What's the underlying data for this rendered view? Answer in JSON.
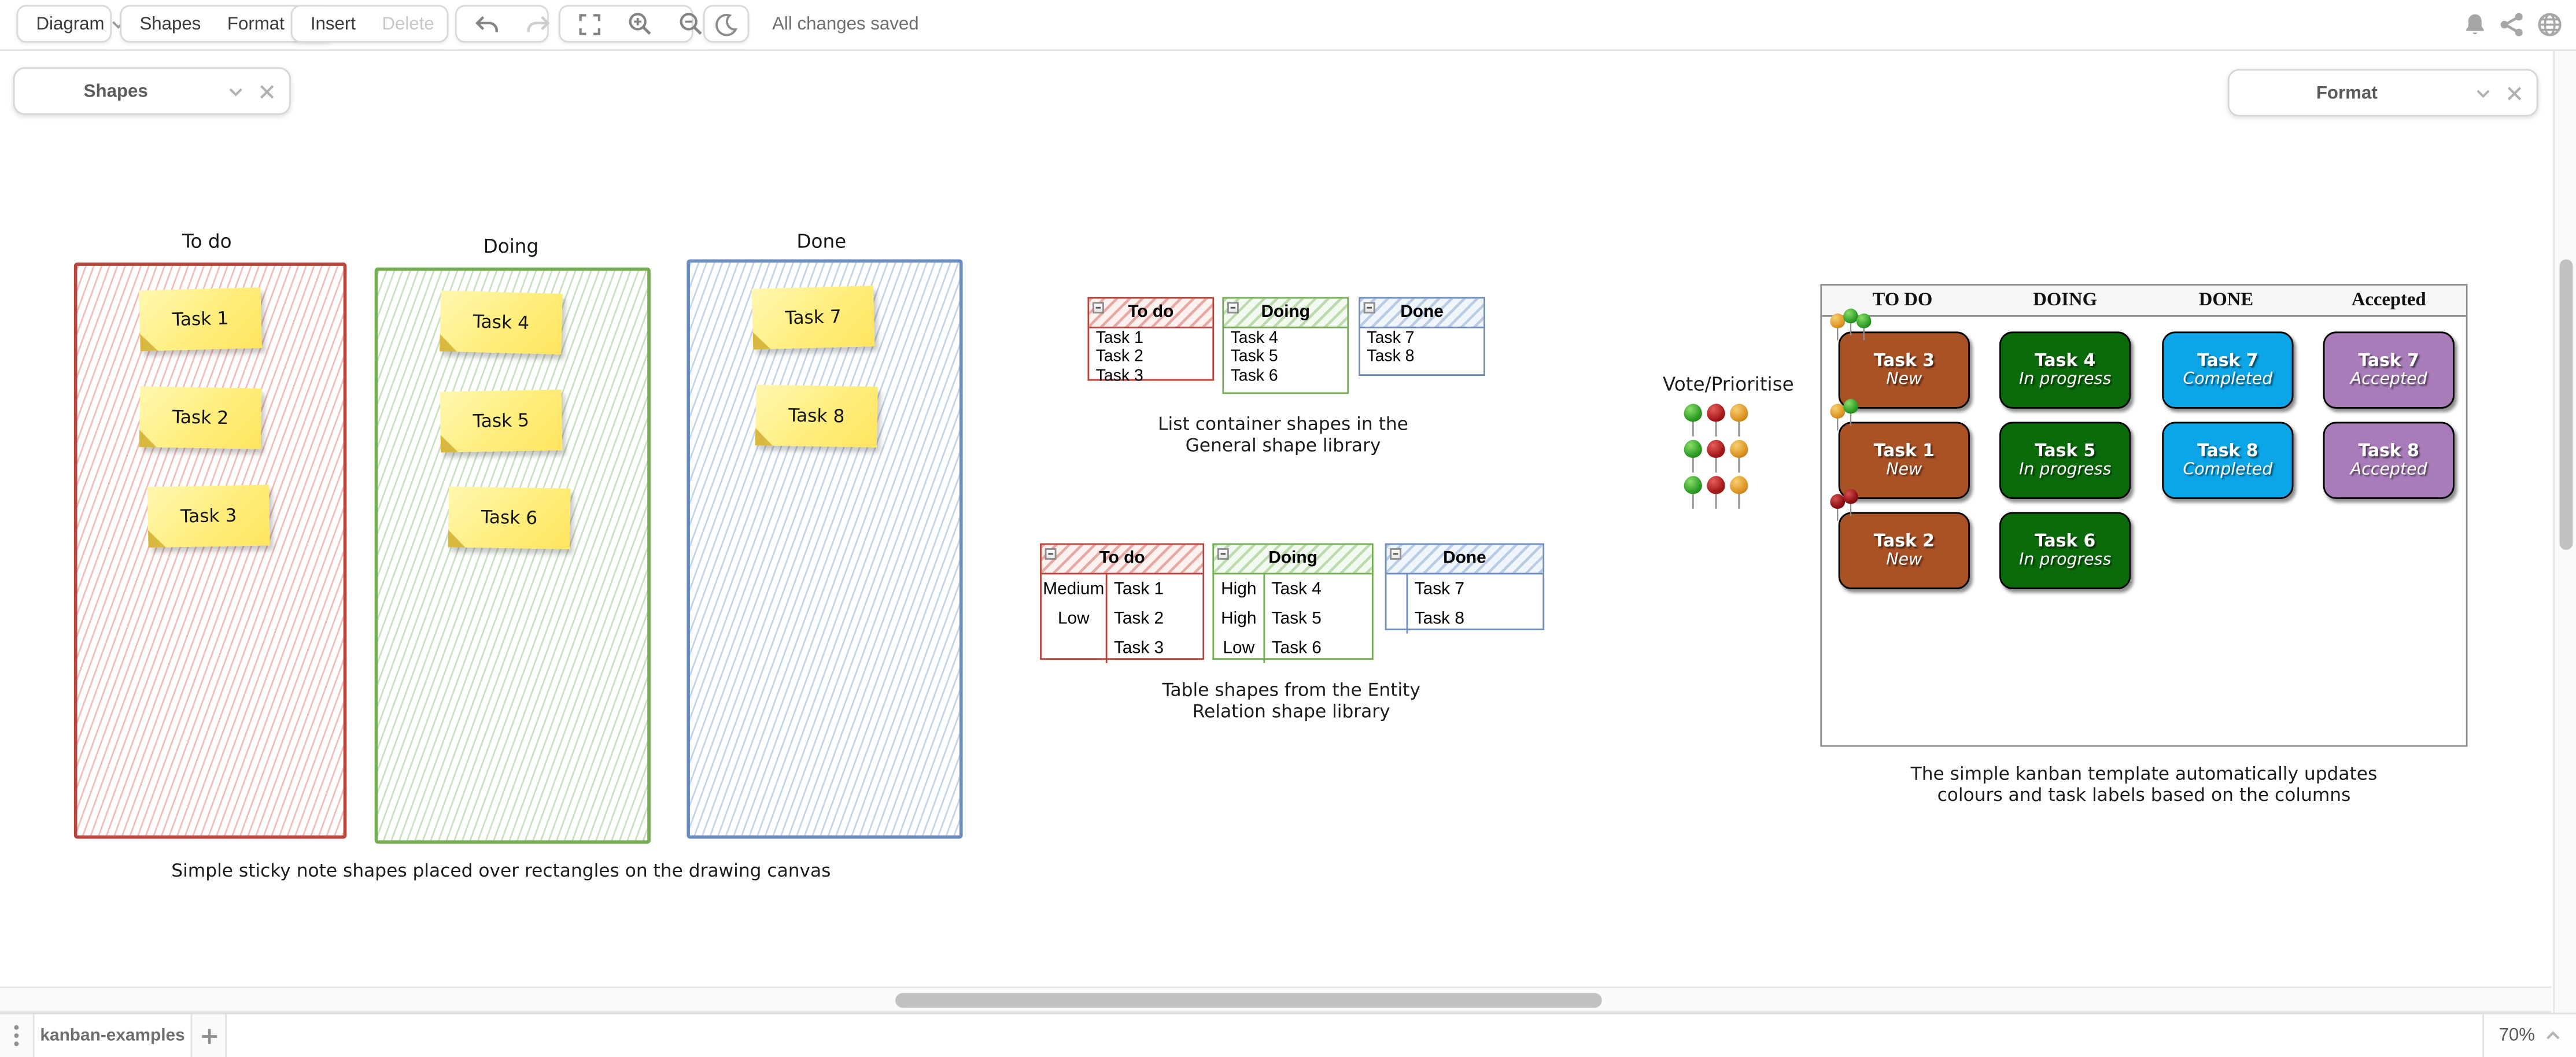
{
  "toolbar": {
    "diagram_menu": "Diagram",
    "shapes_button": "Shapes",
    "format_button": "Format",
    "insert_button": "Insert",
    "delete_button": "Delete",
    "status": "All changes saved",
    "icons": [
      "chevron-down-icon",
      "undo-icon",
      "redo-icon",
      "fullscreen-icon",
      "zoom-in-icon",
      "zoom-out-icon",
      "dark-mode-moon-icon",
      "notifications-bell-icon",
      "share-icon",
      "language-globe-icon"
    ]
  },
  "panels": {
    "shapes": {
      "title": "Shapes"
    },
    "format": {
      "title": "Format"
    }
  },
  "sticky_board": {
    "caption": "Simple sticky note shapes placed over rectangles on the drawing canvas",
    "note_color": "#FFE96B",
    "columns": [
      {
        "title": "To do",
        "accent": "#B8453C",
        "notes": [
          "Task 1",
          "Task 2",
          "Task 3"
        ]
      },
      {
        "title": "Doing",
        "accent": "#74AD53",
        "notes": [
          "Task 4",
          "Task 5",
          "Task 6"
        ]
      },
      {
        "title": "Done",
        "accent": "#6C8EBF",
        "notes": [
          "Task 7",
          "Task 8"
        ]
      }
    ]
  },
  "list_containers": {
    "caption_line1": "List container shapes in the",
    "caption_line2": "General shape library",
    "lists": [
      {
        "title": "To do",
        "accent": "#B8453C",
        "items": [
          "Task 1",
          "Task 2",
          "Task 3"
        ]
      },
      {
        "title": "Doing",
        "accent": "#74AD53",
        "items": [
          "Task 4",
          "Task 5",
          "Task 6"
        ]
      },
      {
        "title": "Done",
        "accent": "#6C8EBF",
        "items": [
          "Task 7",
          "Task 8"
        ]
      }
    ]
  },
  "table_shapes": {
    "caption_line1": "Table shapes from the Entity",
    "caption_line2": "Relation shape library",
    "tables": [
      {
        "title": "To do",
        "accent": "#B8453C",
        "rows": [
          [
            "Medium",
            "Task 1"
          ],
          [
            "Low",
            "Task 2"
          ],
          [
            "",
            "Task 3"
          ]
        ]
      },
      {
        "title": "Doing",
        "accent": "#74AD53",
        "rows": [
          [
            "High",
            "Task 4"
          ],
          [
            "High",
            "Task 5"
          ],
          [
            "Low",
            "Task 6"
          ]
        ]
      },
      {
        "title": "Done",
        "accent": "#6C8EBF",
        "rows": [
          [
            "",
            "Task 7"
          ],
          [
            "",
            "Task 8"
          ]
        ]
      }
    ]
  },
  "vote": {
    "label": "Vote/Prioritise",
    "pin_colors": {
      "green": "#2F9E27",
      "red": "#A81A1C",
      "orange": "#DD9623"
    },
    "grid": [
      [
        "green",
        "red",
        "orange"
      ],
      [
        "green",
        "red",
        "orange"
      ],
      [
        "green",
        "red",
        "orange"
      ]
    ]
  },
  "kanban": {
    "headers": [
      "TO DO",
      "DOING",
      "DONE",
      "Accepted"
    ],
    "caption_line1": "The simple kanban template automatically updates",
    "caption_line2": "colours and task labels based on the columns",
    "column_colors": {
      "todo": "#A85226",
      "doing": "#0B6B0B",
      "done": "#0CA5E7",
      "accepted": "#A77CB8"
    },
    "cards": [
      {
        "label": "Task 3",
        "status": "New",
        "column": "todo",
        "pins": [
          "orange",
          "green",
          "green"
        ]
      },
      {
        "label": "Task 4",
        "status": "In progress",
        "column": "doing",
        "pins": []
      },
      {
        "label": "Task 7",
        "status": "Completed",
        "column": "done",
        "pins": []
      },
      {
        "label": "Task 7",
        "status": "Accepted",
        "column": "accepted",
        "pins": []
      },
      {
        "label": "Task 1",
        "status": "New",
        "column": "todo",
        "pins": [
          "orange",
          "green"
        ]
      },
      {
        "label": "Task 5",
        "status": "In progress",
        "column": "doing",
        "pins": []
      },
      {
        "label": "Task 8",
        "status": "Completed",
        "column": "done",
        "pins": []
      },
      {
        "label": "Task 8",
        "status": "Accepted",
        "column": "accepted",
        "pins": []
      },
      {
        "label": "Task 2",
        "status": "New",
        "column": "todo",
        "pins": [
          "darkred",
          "darkred"
        ]
      },
      {
        "label": "Task 6",
        "status": "In progress",
        "column": "doing",
        "pins": []
      }
    ]
  },
  "footer": {
    "page_tab": "kanban-examples",
    "zoom_level": "70%"
  }
}
